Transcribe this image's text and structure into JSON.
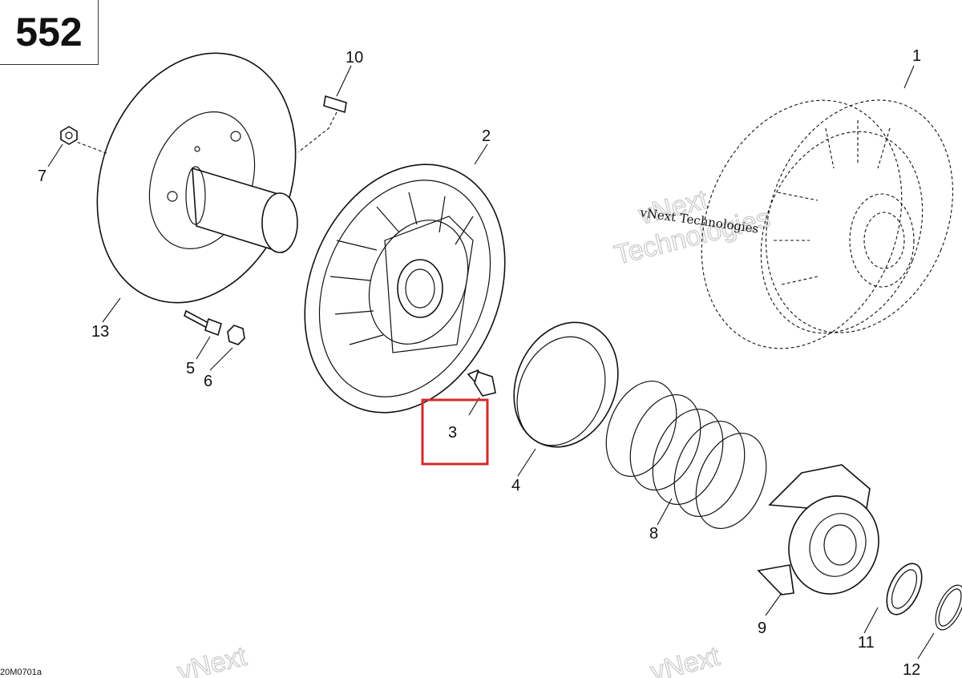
{
  "page_number": "552",
  "drawing_code": "20M0701a",
  "watermark": {
    "brand": "vNext",
    "company": "Technologies",
    "full": "vNext Technologies"
  },
  "callouts": [
    {
      "id": "1",
      "label": "1"
    },
    {
      "id": "2",
      "label": "2"
    },
    {
      "id": "3",
      "label": "3"
    },
    {
      "id": "4",
      "label": "4"
    },
    {
      "id": "5",
      "label": "5"
    },
    {
      "id": "6",
      "label": "6"
    },
    {
      "id": "7",
      "label": "7"
    },
    {
      "id": "8",
      "label": "8"
    },
    {
      "id": "9",
      "label": "9"
    },
    {
      "id": "10",
      "label": "10"
    },
    {
      "id": "11",
      "label": "11"
    },
    {
      "id": "12",
      "label": "12"
    },
    {
      "id": "13",
      "label": "13"
    }
  ],
  "highlighted_callout": "3",
  "colors": {
    "highlight": "#d42a2a",
    "line": "#111111",
    "watermark": "#c8c8c8"
  }
}
